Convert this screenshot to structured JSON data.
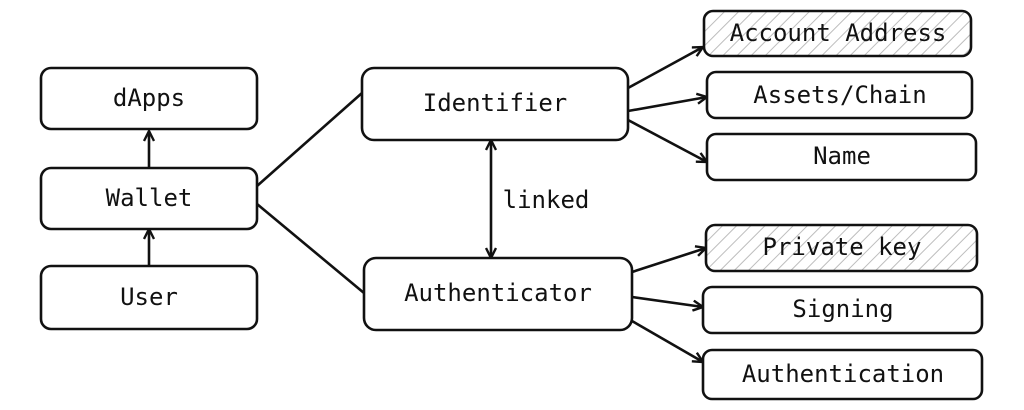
{
  "nodes": {
    "dapps": "dApps",
    "wallet": "Wallet",
    "user": "User",
    "identifier": "Identifier",
    "authenticator": "Authenticator",
    "account_address": "Account Address",
    "assets_chain": "Assets/Chain",
    "name": "Name",
    "private_key": "Private key",
    "signing": "Signing",
    "authentication": "Authentication"
  },
  "edge_labels": {
    "linked": "linked"
  },
  "colors": {
    "stroke": "#111111",
    "background": "#ffffff",
    "hatch": "#bdbdbd"
  }
}
